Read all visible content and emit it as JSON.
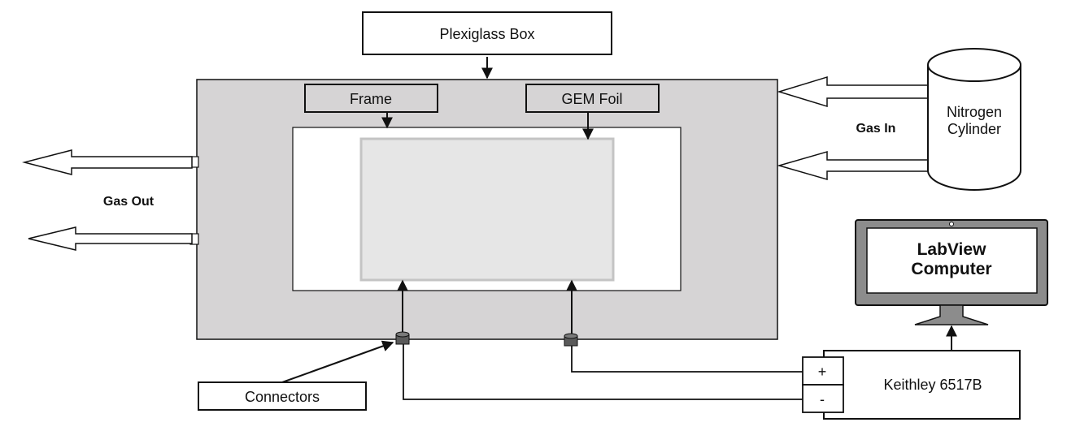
{
  "labels": {
    "plexiglass_box": "Plexiglass Box",
    "frame": "Frame",
    "gem_foil": "GEM Foil",
    "nitrogen_line1": "Nitrogen",
    "nitrogen_line2": "Cylinder",
    "gas_in": "Gas In",
    "gas_out": "Gas Out",
    "labview_line1": "LabView",
    "labview_line2": "Computer",
    "connectors": "Connectors",
    "keithley": "Keithley 6517B",
    "plus": "+",
    "minus": "-"
  },
  "colors": {
    "box_fill": "#d6d4d5",
    "foil_fill": "#e6e6e6",
    "foil_border": "#c4c4c4",
    "monitor_fill": "#8c8c8c",
    "connector_fill": "#5a5a5a",
    "line": "#111111"
  }
}
